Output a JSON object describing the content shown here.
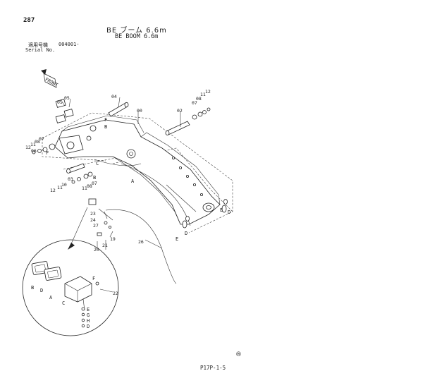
{
  "page": {
    "number": "287",
    "title_jp": "BE ブーム 6.6m",
    "title_en": "BE BOOM 6.6m",
    "serial_label_jp": "適用号機",
    "serial_label_en": "Serial No.",
    "serial_value": "004001-",
    "front_label": "FRONT",
    "footer_code": "P17P-1-5",
    "footer_mark": "®"
  },
  "callouts": {
    "c00": "00",
    "c02": "02",
    "c03": "03",
    "c04": "04",
    "c05a": "05",
    "c05b": "05",
    "c07a": "07",
    "c07b": "07",
    "c08a": "08",
    "c08b": "08",
    "c10": "10",
    "c11a": "11",
    "c11b": "11",
    "c11c": "11",
    "c12a": "12",
    "c12b": "12",
    "c12c": "12",
    "c06": "06",
    "c08c": "08",
    "c19": "19",
    "c20": "20",
    "c21": "21",
    "c22": "22",
    "c23": "23",
    "c24": "24",
    "c26": "26",
    "c27": "27",
    "A1": "A",
    "A2": "A",
    "B1": "B",
    "B2": "B",
    "C1": "C",
    "C2": "C",
    "D1": "D",
    "D2": "D",
    "E1": "E",
    "E2": "E",
    "E3": "E",
    "F1": "F",
    "F2": "F",
    "F3": "F",
    "G1": "G",
    "H1": "H",
    "D3": "D"
  }
}
